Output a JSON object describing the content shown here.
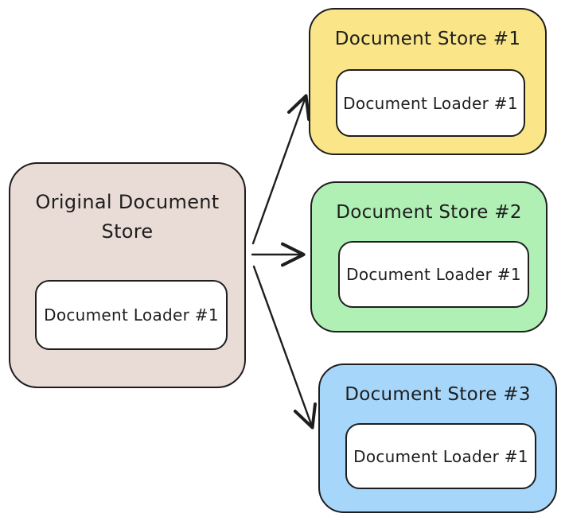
{
  "diagram": {
    "background": "#ffffff",
    "stroke_color": "#1e1e1e",
    "nodes": [
      {
        "id": "original",
        "title": "Original Document Store",
        "loader_label": "Document Loader #1",
        "fill": "#E9DBD5"
      },
      {
        "id": "store1",
        "title": "Document Store #1",
        "loader_label": "Document Loader #1",
        "fill": "#FAE588"
      },
      {
        "id": "store2",
        "title": "Document Store #2",
        "loader_label": "Document Loader #1",
        "fill": "#B1F0B5"
      },
      {
        "id": "store3",
        "title": "Document Store #3",
        "loader_label": "Document Loader #1",
        "fill": "#A6D6FA"
      }
    ],
    "edges": [
      {
        "from": "Original Document Store",
        "to": "Document Store #1"
      },
      {
        "from": "Original Document Store",
        "to": "Document Store #2"
      },
      {
        "from": "Original Document Store",
        "to": "Document Store #3"
      }
    ]
  }
}
